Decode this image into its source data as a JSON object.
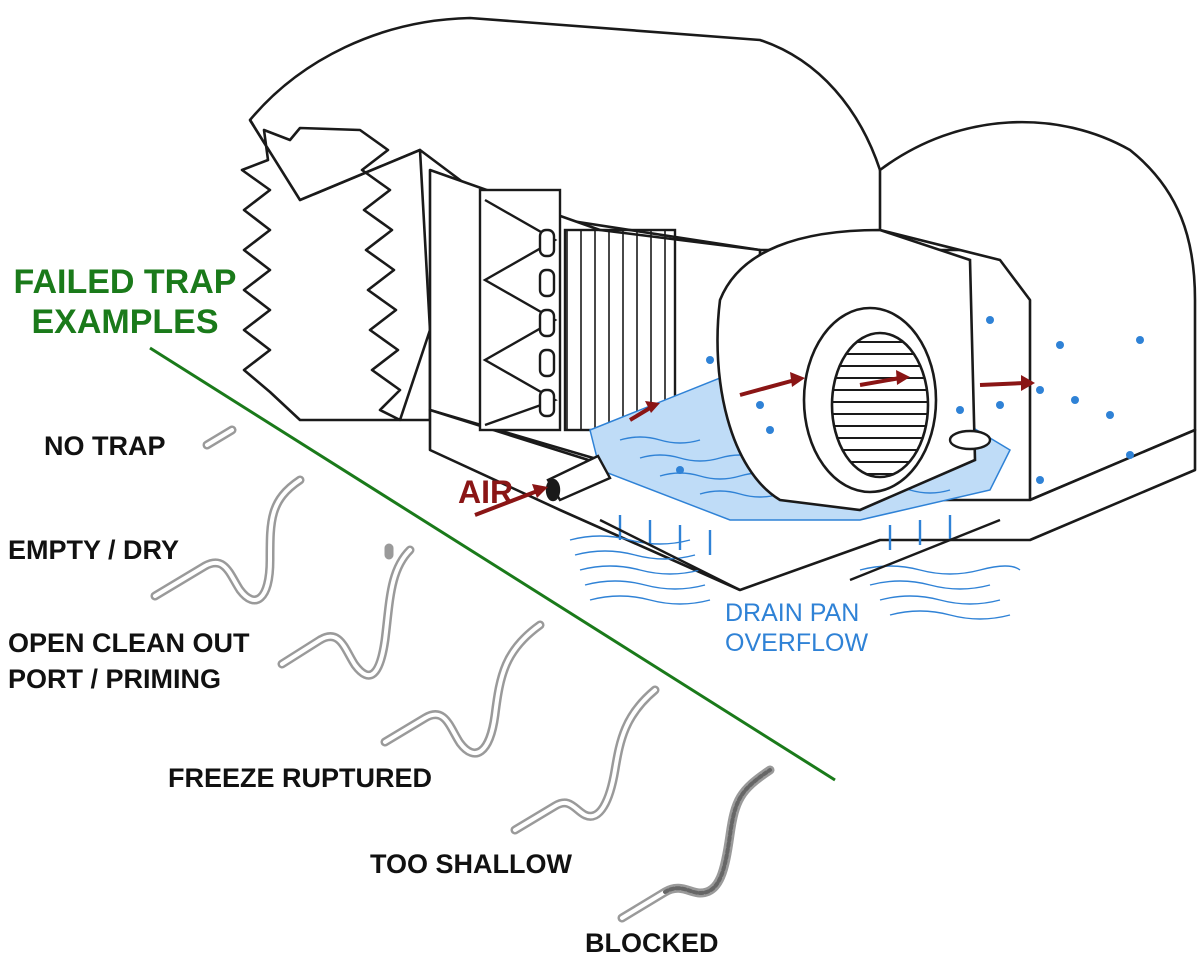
{
  "colors": {
    "header": "#1a7a1a",
    "air": "#8a1515",
    "water": "#2f82d6",
    "water_fill": "#bfdcf7",
    "line": "#1a1a1a",
    "pipe": "#9a9a9a"
  },
  "header": {
    "line1": "FAILED TRAP",
    "line2": "EXAMPLES"
  },
  "traps": [
    {
      "label": "NO TRAP"
    },
    {
      "label": "EMPTY / DRY"
    },
    {
      "label_line1": "OPEN CLEAN OUT",
      "label_line2": "PORT / PRIMING"
    },
    {
      "label": "FREEZE RUPTURED"
    },
    {
      "label": "TOO SHALLOW"
    },
    {
      "label": "BLOCKED"
    }
  ],
  "unit": {
    "air_label": "AIR",
    "overflow_line1": "DRAIN PAN",
    "overflow_line2": "OVERFLOW"
  }
}
